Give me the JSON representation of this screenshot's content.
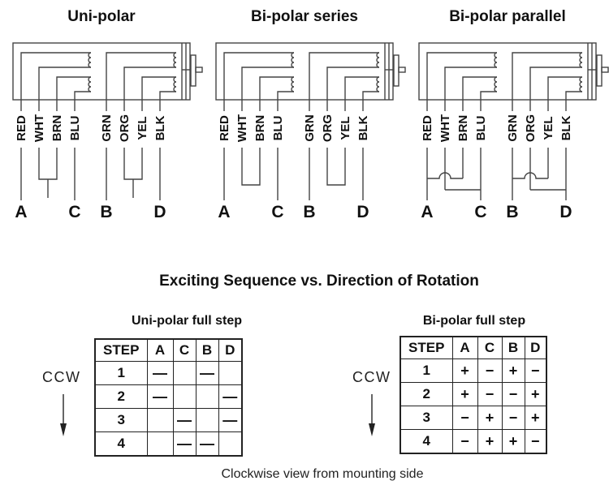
{
  "colors": {
    "background": "#ffffff",
    "ink": "#111111",
    "wire_line": "#444444"
  },
  "wiring_diagrams": [
    {
      "title": "Uni-polar",
      "wires": [
        "RED",
        "WHT",
        "BRN",
        "BLU",
        "GRN",
        "ORG",
        "YEL",
        "BLK"
      ],
      "terminals": [
        "A",
        "C",
        "B",
        "D"
      ]
    },
    {
      "title": "Bi-polar series",
      "wires": [
        "RED",
        "WHT",
        "BRN",
        "BLU",
        "GRN",
        "ORG",
        "YEL",
        "BLK"
      ],
      "terminals": [
        "A",
        "C",
        "B",
        "D"
      ]
    },
    {
      "title": "Bi-polar parallel",
      "wires": [
        "RED",
        "WHT",
        "BRN",
        "BLU",
        "GRN",
        "ORG",
        "YEL",
        "BLK"
      ],
      "terminals": [
        "A",
        "C",
        "B",
        "D"
      ]
    }
  ],
  "sequence_section": {
    "title": "Exciting Sequence vs. Direction of Rotation",
    "tables": [
      {
        "title": "Uni-polar full step",
        "direction_label": "CCW",
        "headers": [
          "STEP",
          "A",
          "C",
          "B",
          "D"
        ],
        "rows": [
          {
            "step": "1",
            "cells": [
              "—",
              "",
              "—",
              ""
            ]
          },
          {
            "step": "2",
            "cells": [
              "—",
              "",
              "",
              "—"
            ]
          },
          {
            "step": "3",
            "cells": [
              "",
              "—",
              "",
              "—"
            ]
          },
          {
            "step": "4",
            "cells": [
              "",
              "—",
              "—",
              ""
            ]
          }
        ]
      },
      {
        "title": "Bi-polar full step",
        "direction_label": "CCW",
        "headers": [
          "STEP",
          "A",
          "C",
          "B",
          "D"
        ],
        "rows": [
          {
            "step": "1",
            "cells": [
              "+",
              "−",
              "+",
              "−"
            ]
          },
          {
            "step": "2",
            "cells": [
              "+",
              "−",
              "−",
              "+"
            ]
          },
          {
            "step": "3",
            "cells": [
              "−",
              "+",
              "−",
              "+"
            ]
          },
          {
            "step": "4",
            "cells": [
              "−",
              "+",
              "+",
              "−"
            ]
          }
        ]
      }
    ],
    "caption": "Clockwise view from mounting side"
  }
}
